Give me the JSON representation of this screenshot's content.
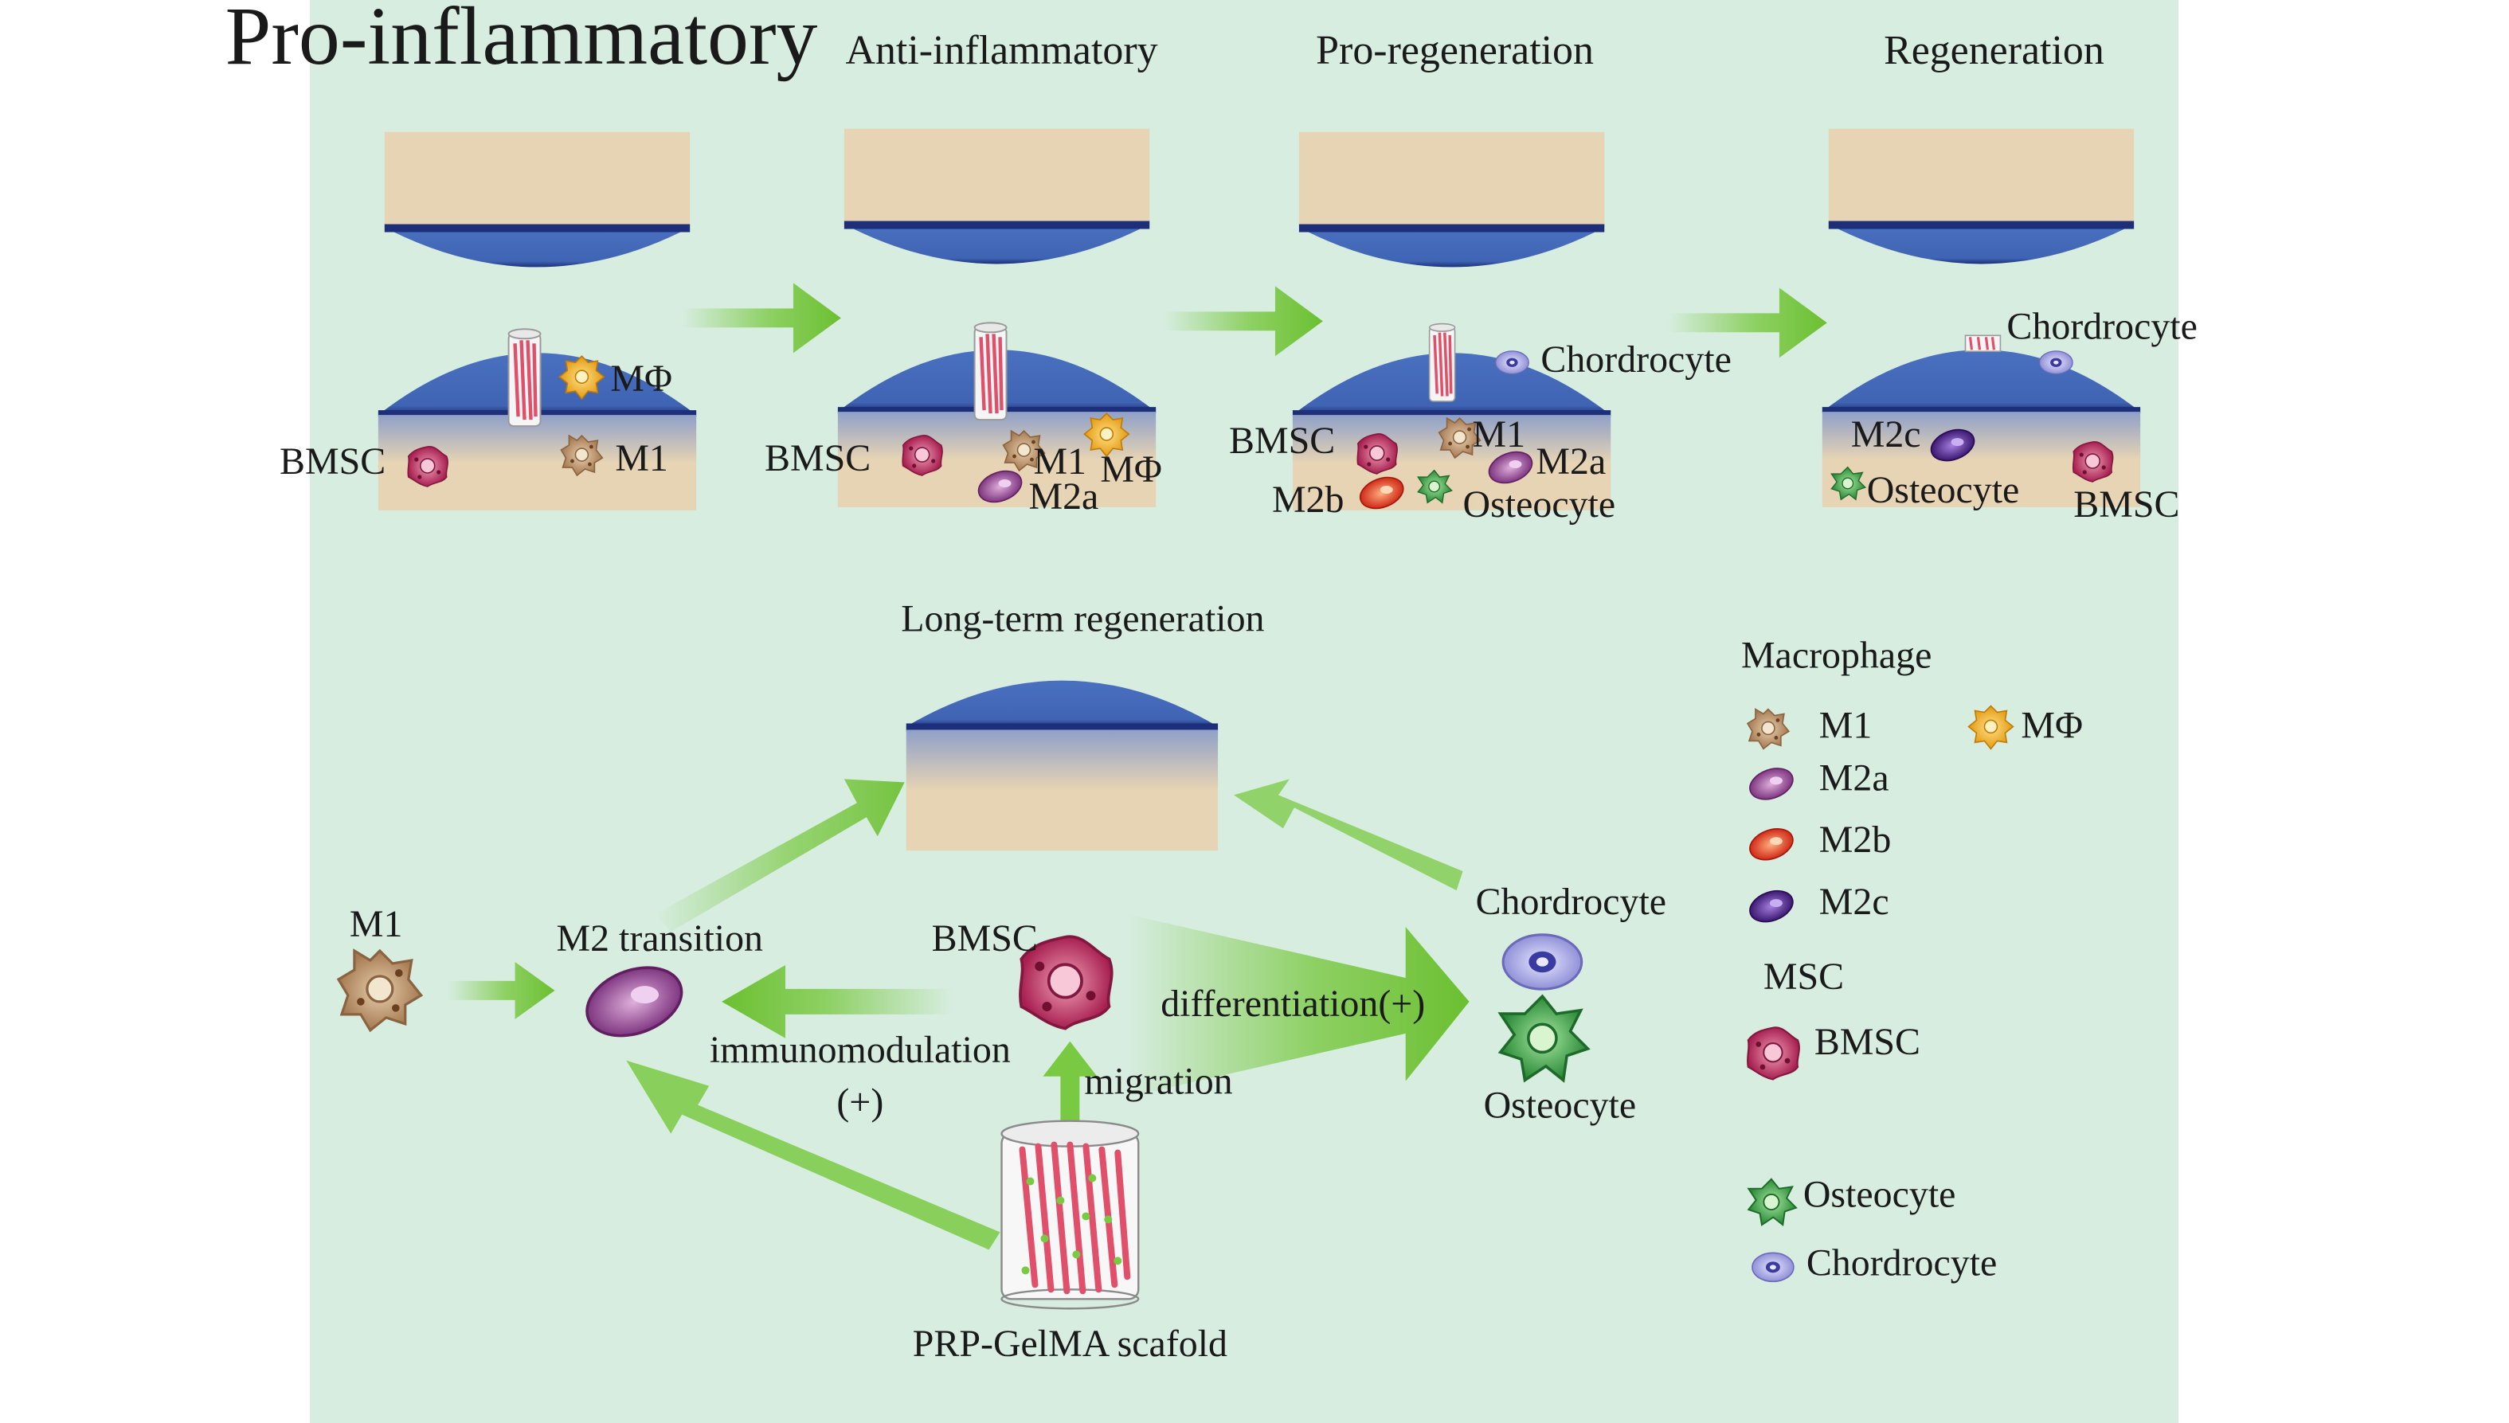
{
  "colors": {
    "background": "#d7ede0",
    "tissue": "#e6d4b4",
    "cartilage": "#4a70c0",
    "tidemark": "#1c2f78",
    "arrow": "#7ac943",
    "M1": "#b89068",
    "MPhi": "#f2b52a",
    "M2a": "#9a4a98",
    "M2b": "#e0452a",
    "M2c": "#5a2a90",
    "BMSC": "#c83a68",
    "Osteocyte": "#3aa84a",
    "Chordrocyte": "#a8a8e8",
    "scaffold_fiber": "#e0506a"
  },
  "stages": [
    {
      "title": "Pro-inflammatory",
      "labels": {
        "bmsc": "BMSC",
        "m1": "M1",
        "mphi": "MΦ"
      }
    },
    {
      "title": "Anti-inflammatory",
      "labels": {
        "bmsc": "BMSC",
        "m1": "M1",
        "mphi": "MΦ",
        "m2a": "M2a"
      }
    },
    {
      "title": "Pro-regeneration",
      "labels": {
        "chordrocyte": "Chordrocyte",
        "bmsc": "BMSC",
        "m1": "M1",
        "m2a": "M2a",
        "m2b": "M2b",
        "osteocyte": "Osteocyte"
      }
    },
    {
      "title": "Regeneration",
      "labels": {
        "chordrocyte": "Chordrocyte",
        "m2c": "M2c",
        "osteocyte": "Osteocyte",
        "bmsc": "BMSC"
      }
    }
  ],
  "mechanism": {
    "title": "Long-term regeneration",
    "m1": "M1",
    "m2_transition": "M2 transition",
    "bmsc": "BMSC",
    "immunomodulation": "immunomodulation",
    "immunomodulation_sign": "(+)",
    "migration": "migration",
    "differentiation": "differentiation(+)",
    "chordrocyte": "Chordrocyte",
    "osteocyte": "Osteocyte",
    "scaffold": "PRP-GelMA scafold"
  },
  "legend": {
    "macrophage_heading": "Macrophage",
    "m1": "M1",
    "mphi": "MΦ",
    "m2a": "M2a",
    "m2b": "M2b",
    "m2c": "M2c",
    "msc_heading": "MSC",
    "bmsc": "BMSC",
    "osteocyte": "Osteocyte",
    "chordrocyte": "Chordrocyte"
  }
}
